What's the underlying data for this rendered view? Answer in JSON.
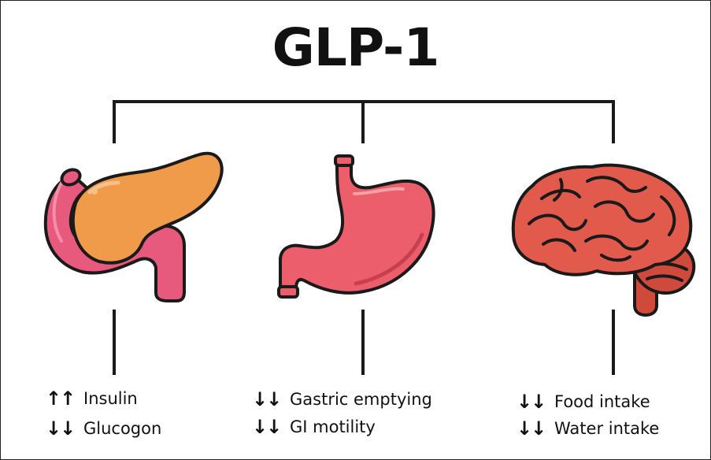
{
  "title": "GLP-1",
  "icons": {
    "left": "pancreas-icon",
    "center": "stomach-icon",
    "right": "brain-icon"
  },
  "colors": {
    "pancreas": "#ef9b4a",
    "duodenum": "#e8597e",
    "stomach": "#ec5e6b",
    "brain": "#e25a4b",
    "outline": "#1a1a1a"
  },
  "organs": [
    {
      "effects": [
        {
          "arrows": "↑↑",
          "label": "Insulin"
        },
        {
          "arrows": "↓↓",
          "label": "Glucogon"
        }
      ]
    },
    {
      "effects": [
        {
          "arrows": "↓↓",
          "label": "Gastric emptying"
        },
        {
          "arrows": "↓↓",
          "label": "GI motility"
        }
      ]
    },
    {
      "effects": [
        {
          "arrows": "↓↓",
          "label": "Food intake"
        },
        {
          "arrows": "↓↓",
          "label": "Water intake"
        }
      ]
    }
  ]
}
